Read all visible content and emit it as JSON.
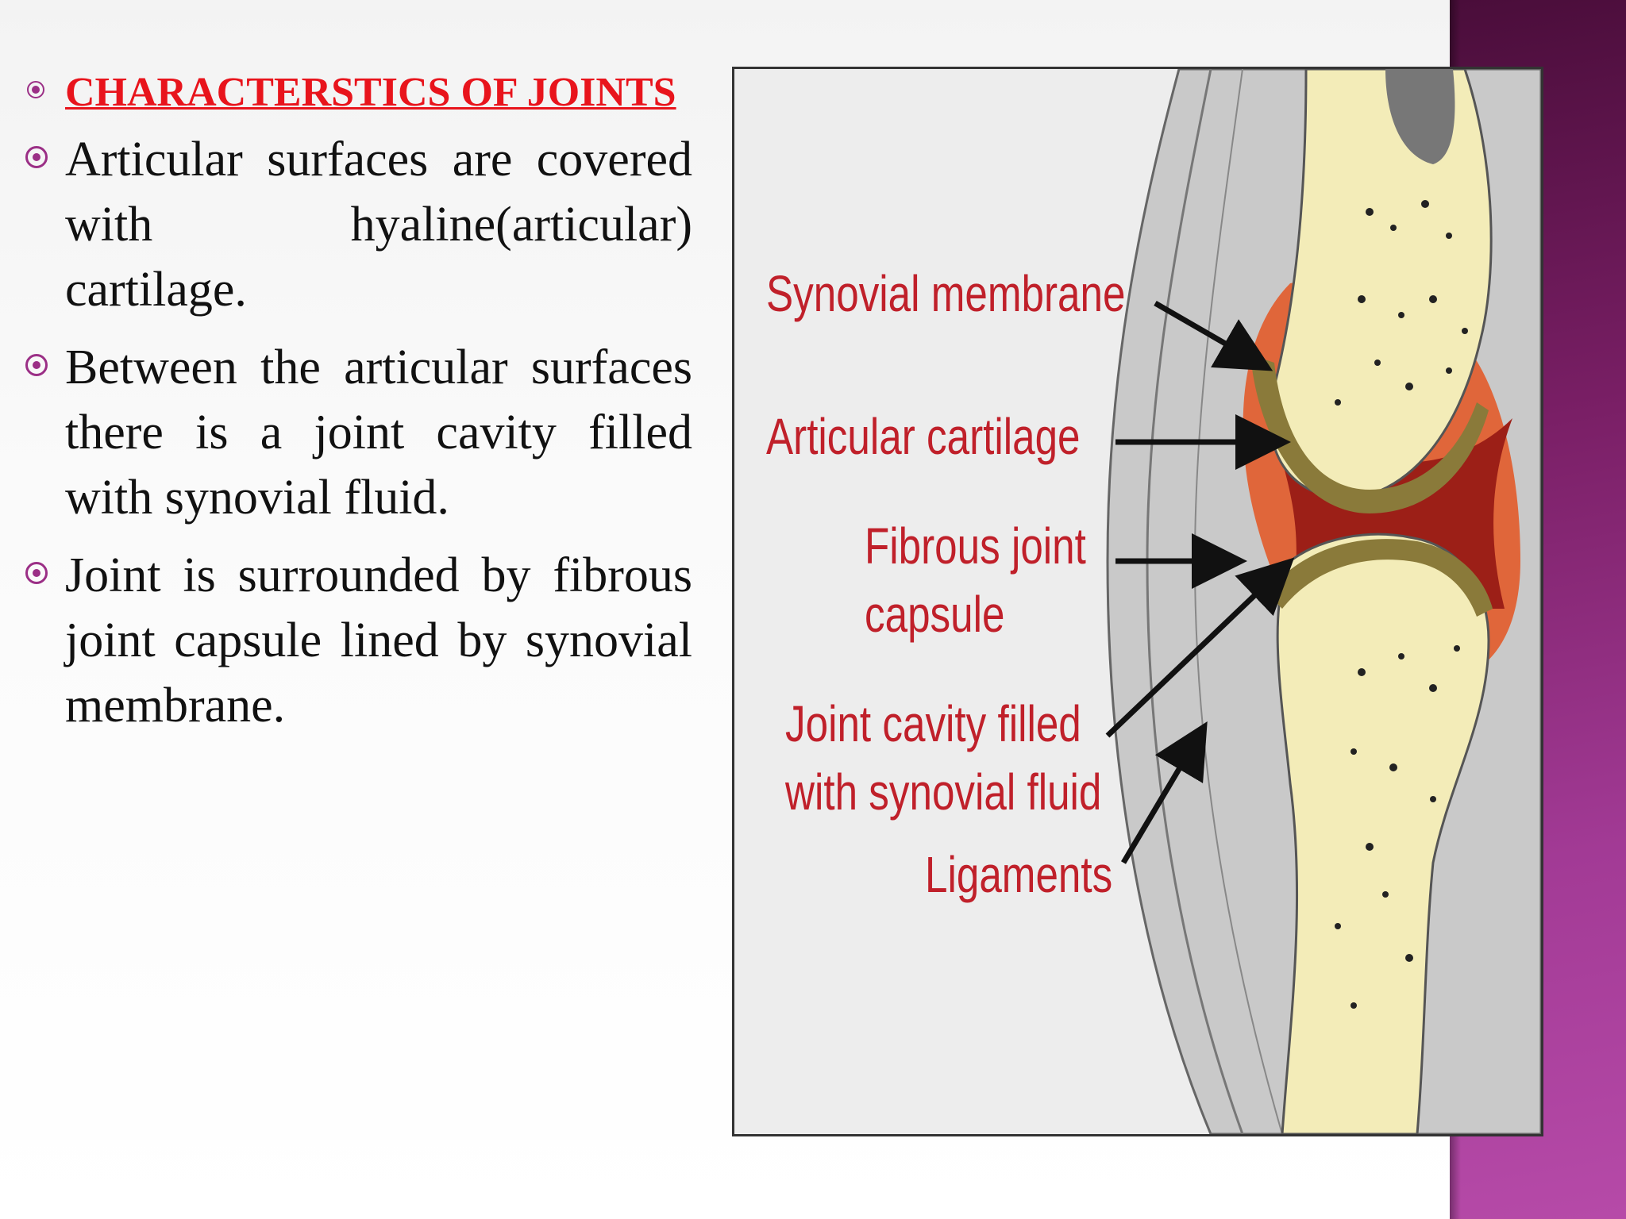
{
  "slide": {
    "heading": "CHARACTERSTICS OF JOINTS",
    "bullets": [
      "Articular surfaces are covered with hyaline(articular) cartilage.",
      "Between the articular surfaces there is a joint cavity filled with synovial fluid.",
      "Joint is surrounded by fibrous joint capsule lined by synovial membrane."
    ]
  },
  "diagram": {
    "labels": {
      "synovial_membrane": "Synovial membrane",
      "articular_cartilage": "Articular cartilage",
      "fibrous_capsule_1": "Fibrous joint",
      "fibrous_capsule_2": "capsule",
      "joint_cavity_1": "Joint cavity filled",
      "joint_cavity_2": "with synovial fluid",
      "ligaments": "Ligaments"
    }
  },
  "colors": {
    "accent_band": "#7a1f66",
    "heading": "#e8141c",
    "bullet_icon": "#9b2f86",
    "label_text": "#c0202a",
    "bone": "#f3ecb8",
    "cartilage": "#8a7a3a",
    "cavity": "#9c1f17",
    "membrane": "#e0663a"
  }
}
